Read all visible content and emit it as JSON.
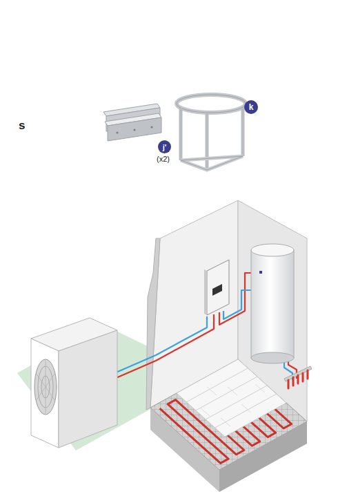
{
  "diagram": {
    "labels": [
      "s",
      "j'",
      "(x2)",
      "k"
    ]
  }
}
